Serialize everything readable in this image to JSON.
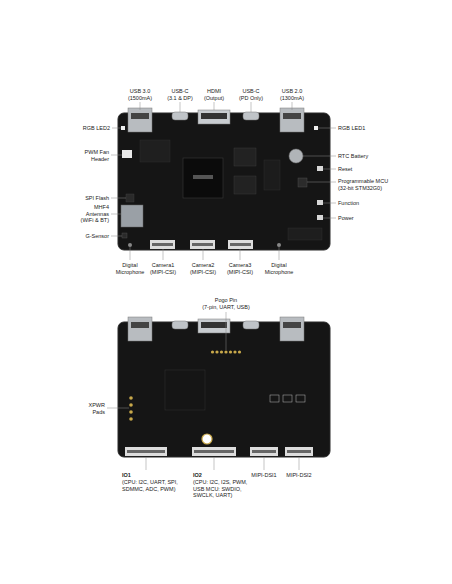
{
  "diagram": {
    "labels": [
      "USB 3.0",
      "(1500mA)",
      "USB-C",
      "(3.1 & DP)",
      "HDMI",
      "(Output)",
      "USB-C",
      "(PD Only)",
      "USB 2.0",
      "(1300mA)",
      "RGB LED2",
      "PWM Fan Header",
      "SPI Flash",
      "MHF4 Antennas (WiFi & BT)",
      "G-Sensor",
      "Digital Microphone",
      "Camera1 (MIPI-CSI)",
      "Camera2 (MIPI-CSI)",
      "Camera3 (MIPI-CSI)",
      "Digital Microphone",
      "RGB LED1",
      "RTC Battery",
      "Reset",
      "Programmable MCU (32-bit STM32G0)",
      "Function",
      "Power",
      "Pogo Pin",
      "(7-pin, UART, USB)",
      "XPWR Pads",
      "IO1",
      "(CPU: I2C, UART, SPI, SDMMC, ADC, PWM)",
      "IO2",
      "(CPU: I2C, I2S, PWM, USB MCU: SWDIO, SWCLK, UART)",
      "MIPI-DSI1",
      "MIPI-DSI2"
    ]
  }
}
